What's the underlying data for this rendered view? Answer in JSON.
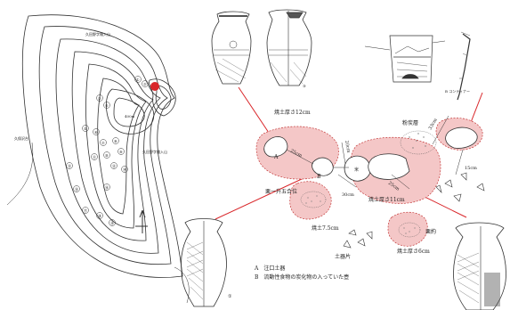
{
  "map": {
    "north_label": "久田野字雑入山",
    "west_label": "久保沢台",
    "south_label": "久田野字雑入山",
    "contour_label": "400m",
    "numbers": [
      "①",
      "②",
      "③",
      "④",
      "⑤",
      "⑥",
      "⑦",
      "⑧",
      "⑨",
      "⑩",
      "⑪",
      "⑫",
      "⑬",
      "⑭",
      "⑮",
      "⑯",
      "⑰",
      "⑱",
      "⑲"
    ]
  },
  "figure_labels": {
    "top_pot_number": "③",
    "jar_number": "①",
    "bowl_caption": "B\nコンティナー"
  },
  "annotations": {
    "burnt_12": "焼土厚さ12cm",
    "charcoal_layer": "粉炭層",
    "burnt_11": "焼土厚さ11cm",
    "millet": "栗一升五合位",
    "burnt_75": "焼土7.5cm",
    "soil_sherds": "土器片",
    "chestnut": "栗約",
    "burnt_6": "焼土厚さ6cm",
    "label_a": "A",
    "label_b": "B",
    "label_k": "米",
    "dist_25a": "25cm",
    "dist_25b": "25cm",
    "dist_30": "30cm",
    "dist_20": "20cm",
    "dist_33": "33cm",
    "dist_15": "15cm"
  },
  "legend": {
    "a": "A　注口土器",
    "b": "B　流動性食物の炭化物の入っていた壺"
  },
  "colors": {
    "highlight": "#f4c7c7",
    "callout": "#d9262a",
    "ink": "#222222"
  }
}
